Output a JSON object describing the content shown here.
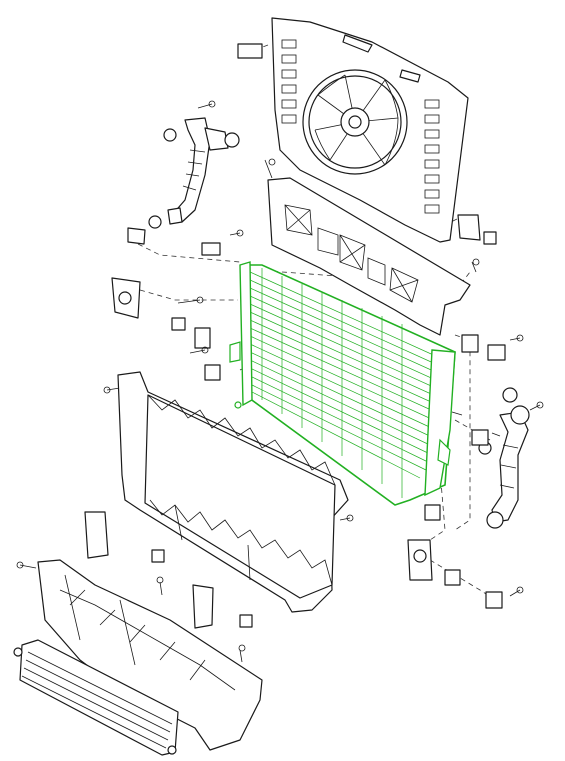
{
  "diagram": {
    "type": "exploded-parts-view",
    "highlight_color": "#22b022",
    "line_color": "#1a1a1a",
    "components": [
      {
        "id": "fan-shroud",
        "icon": "fan-icon"
      },
      {
        "id": "air-guide",
        "icon": "panel-icon"
      },
      {
        "id": "radiator",
        "icon": "radiator-icon",
        "highlighted": true
      },
      {
        "id": "upper-coolant-hose",
        "icon": "hose-icon"
      },
      {
        "id": "lower-coolant-hose",
        "icon": "hose-icon"
      },
      {
        "id": "radiator-carrier-frame",
        "icon": "frame-icon"
      },
      {
        "id": "lower-air-duct",
        "icon": "duct-icon"
      },
      {
        "id": "auxiliary-cooler",
        "icon": "cooler-icon"
      }
    ]
  }
}
